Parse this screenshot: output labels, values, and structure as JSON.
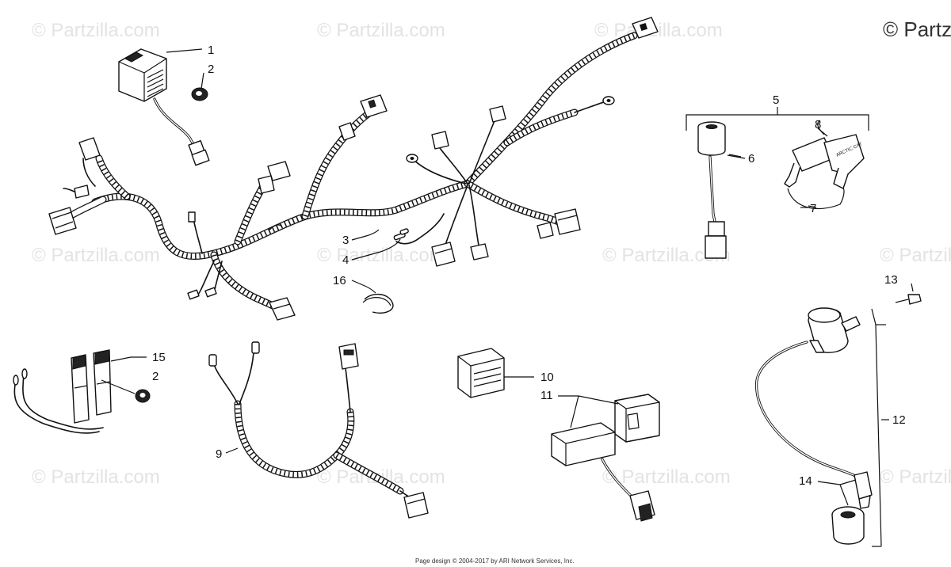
{
  "watermark": {
    "text": "© Partzilla.com",
    "corner_text": "© Partz"
  },
  "footer": {
    "text": "Page design © 2004-2017 by ARI Network Services, Inc."
  },
  "callouts": {
    "c1": "1",
    "c2a": "2",
    "c2b": "2",
    "c3": "3",
    "c4": "4",
    "c5": "5",
    "c6": "6",
    "c7": "7",
    "c8": "8",
    "c9": "9",
    "c10": "10",
    "c11": "11",
    "c12": "12",
    "c13": "13",
    "c14": "14",
    "c15": "15",
    "c16": "16"
  },
  "labels": {
    "key_brand": "ARCTIC CAT"
  }
}
